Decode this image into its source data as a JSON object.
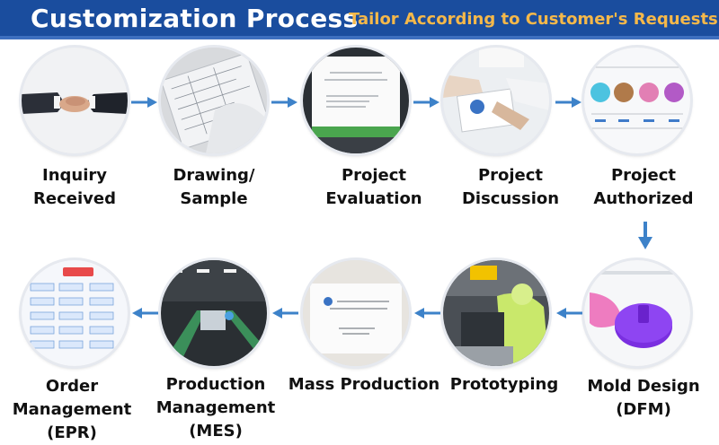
{
  "header": {
    "title": "Customization Process",
    "subtitle": "Tailor According to Customer's Requests",
    "bar_color": "#1a4d9e",
    "subtitle_color": "#f5b84a"
  },
  "steps": [
    {
      "lines": [
        "Inquiry",
        "Received"
      ],
      "image": "handshake-photo"
    },
    {
      "lines": [
        "Drawing/",
        "Sample"
      ],
      "image": "drawings-photo"
    },
    {
      "lines": [
        "Project",
        "Evaluation"
      ],
      "image": "document-photo"
    },
    {
      "lines": [
        "Project",
        "Discussion"
      ],
      "image": "meeting-photo"
    },
    {
      "lines": [
        "Project",
        "Authorized"
      ],
      "image": "design-sheet-photo"
    },
    {
      "lines": [
        "Mold Design",
        "(DFM)"
      ],
      "image": "mold-design-render"
    },
    {
      "lines": [
        "Prototyping"
      ],
      "image": "worker-photo"
    },
    {
      "lines": [
        "Mass Production"
      ],
      "image": "production-document-photo"
    },
    {
      "lines": [
        "Production",
        "Management",
        "(MES)"
      ],
      "image": "factory-floor-photo"
    },
    {
      "lines": [
        "Order",
        "Management",
        "(EPR)"
      ],
      "image": "flowchart-screenshot"
    }
  ],
  "arrow_color": "#3d82c9"
}
